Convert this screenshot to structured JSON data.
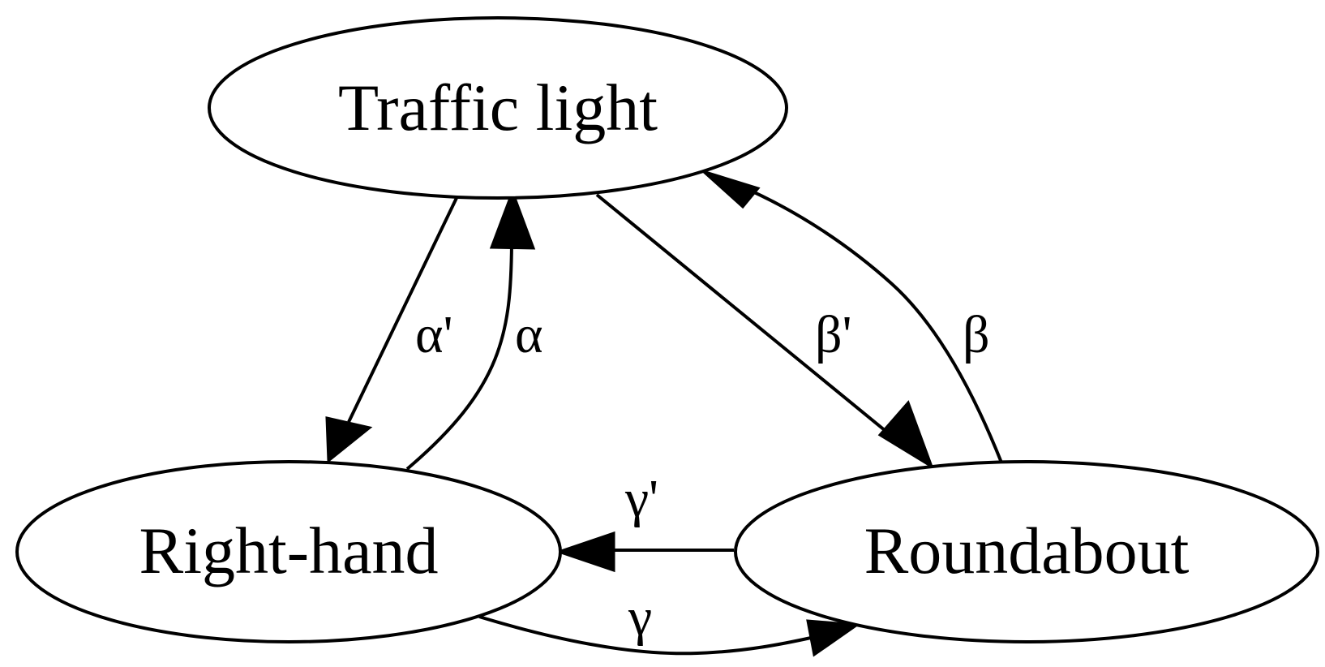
{
  "diagram": {
    "nodes": [
      {
        "id": "traffic",
        "label": "Traffic light"
      },
      {
        "id": "right",
        "label": "Right-hand"
      },
      {
        "id": "round",
        "label": "Roundabout"
      }
    ],
    "edges": [
      {
        "id": "alpha_prime",
        "from": "traffic",
        "to": "right",
        "label": "α'"
      },
      {
        "id": "alpha",
        "from": "right",
        "to": "traffic",
        "label": "α"
      },
      {
        "id": "beta_prime",
        "from": "traffic",
        "to": "round",
        "label": "β'"
      },
      {
        "id": "beta",
        "from": "round",
        "to": "traffic",
        "label": "β"
      },
      {
        "id": "gamma_prime",
        "from": "round",
        "to": "right",
        "label": "γ'"
      },
      {
        "id": "gamma",
        "from": "right",
        "to": "round",
        "label": "γ"
      }
    ],
    "colors": {
      "stroke": "#000000",
      "fill": "#ffffff",
      "background": "#ffffff"
    }
  }
}
